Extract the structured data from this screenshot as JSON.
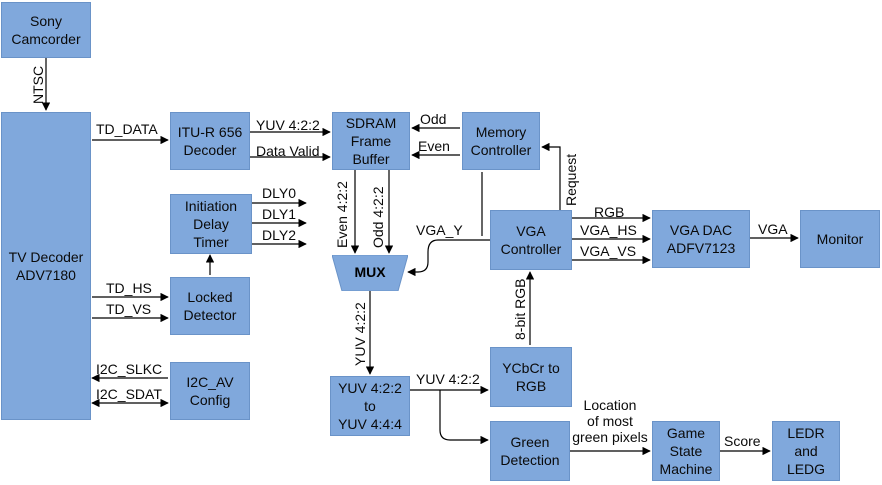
{
  "blocks": {
    "sony": "Sony\nCamcorder",
    "tv_decoder": "TV Decoder\nADV7180",
    "itu": "ITU-R 656\nDecoder",
    "sdram": "SDRAM\nFrame\nBuffer",
    "memctrl": "Memory\nController",
    "idt": "Initiation\nDelay\nTimer",
    "locked": "Locked\nDetector",
    "i2c": "I2C_AV\nConfig",
    "mux": "MUX",
    "vga_ctrl": "VGA\nController",
    "vga_dac": "VGA DAC\nADFV7123",
    "monitor": "Monitor",
    "yuv_conv": "YUV 4:2:2\nto\nYUV 4:4:4",
    "ycbcr": "YCbCr to\nRGB",
    "green": "Green\nDetection",
    "game": "Game\nState\nMachine",
    "ledr": "LEDR\nand\nLEDG"
  },
  "labels": {
    "ntsc": "NTSC",
    "td_data": "TD_DATA",
    "yuv422_top": "YUV 4:2:2",
    "data_valid": "Data Valid",
    "odd": "Odd",
    "even": "Even",
    "request": "Request",
    "dly0": "DLY0",
    "dly1": "DLY1",
    "dly2": "DLY2",
    "even422": "Even 4:2:2",
    "odd422": "Odd 4:2:2",
    "vga_y": "VGA_Y",
    "rgb": "RGB",
    "vga_hs": "VGA_HS",
    "vga_vs": "VGA_VS",
    "vga": "VGA",
    "td_hs": "TD_HS",
    "td_vs": "TD_VS",
    "rgb8": "8-bit RGB",
    "yuv422_vert": "YUV 4:2:2",
    "i2c_slkc": "I2C_SLKC",
    "i2c_sdat": "I2C_SDAT",
    "yuv422_mid": "YUV 4:2:2",
    "location": "Location\nof most\ngreen pixels",
    "score": "Score"
  }
}
